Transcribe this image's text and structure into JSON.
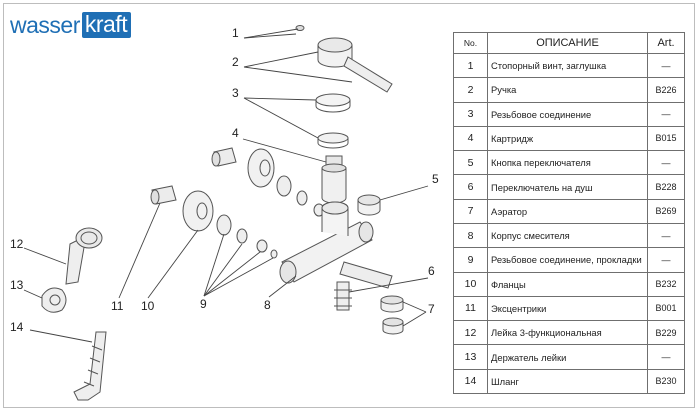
{
  "brand": {
    "logo_text_1": "wasser",
    "logo_text_2": "kraft"
  },
  "callouts": [
    "1",
    "2",
    "3",
    "4",
    "5",
    "6",
    "7",
    "8",
    "9",
    "10",
    "11",
    "12",
    "13",
    "14"
  ],
  "table": {
    "headers": {
      "no": "No.",
      "description": "ОПИСАНИЕ",
      "art": "Art."
    },
    "rows": [
      {
        "no": "1",
        "description": "Стопорный винт, заглушка",
        "art": "—"
      },
      {
        "no": "2",
        "description": "Ручка",
        "art": "B226"
      },
      {
        "no": "3",
        "description": "Резьбовое соединение",
        "art": "—"
      },
      {
        "no": "4",
        "description": "Картридж",
        "art": "B015"
      },
      {
        "no": "5",
        "description": "Кнопка переключателя",
        "art": "—"
      },
      {
        "no": "6",
        "description": "Переключатель на душ",
        "art": "B228"
      },
      {
        "no": "7",
        "description": "Аэратор",
        "art": "B269"
      },
      {
        "no": "8",
        "description": "Корпус смесителя",
        "art": "—"
      },
      {
        "no": "9",
        "description": "Резьбовое соединение, прокладки",
        "art": "—"
      },
      {
        "no": "10",
        "description": "Фланцы",
        "art": "B232"
      },
      {
        "no": "11",
        "description": "Эксцентрики",
        "art": "B001"
      },
      {
        "no": "12",
        "description": "Лейка 3-функциональная",
        "art": "B229"
      },
      {
        "no": "13",
        "description": "Держатель лейки",
        "art": "—"
      },
      {
        "no": "14",
        "description": "Шланг",
        "art": "B230"
      }
    ]
  },
  "colors": {
    "brand": "#1f6fb5",
    "line": "#555555"
  }
}
